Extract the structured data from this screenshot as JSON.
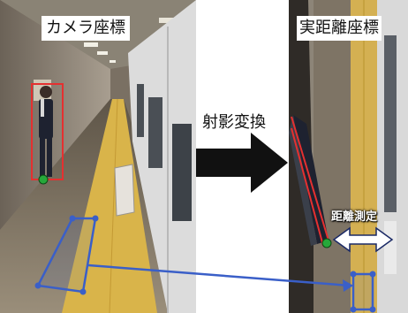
{
  "left_panel": {
    "title": "カメラ座標"
  },
  "right_panel": {
    "title": "実距離座標",
    "distance_label": "距離測定"
  },
  "transform": {
    "label": "射影変換"
  },
  "colors": {
    "bbox": "#e53030",
    "foot_point": "#26a83a",
    "region": "#3a5fc8",
    "distance_arrow": "#ffffff",
    "transform_arrow": "#111111",
    "tactile_paving": "#d9b44a"
  },
  "icons": [
    "person-figure",
    "foot-point-marker",
    "double-headed-arrow",
    "right-arrow"
  ]
}
